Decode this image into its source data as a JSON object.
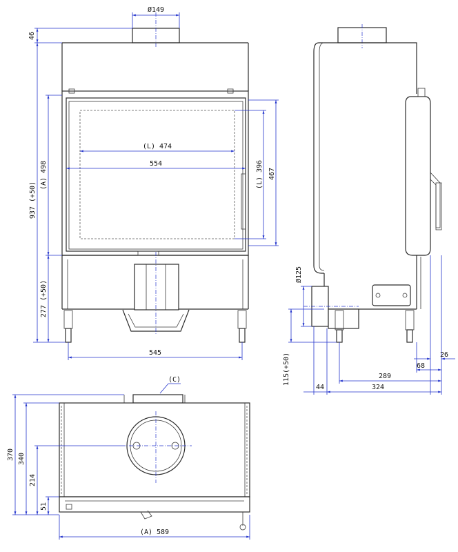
{
  "front_view": {
    "flue_diameter": "Ø149",
    "top_offset": "46",
    "total_height": "937 (+50)",
    "glass_height_a": "(A) 498",
    "base_height": "277 (+50)",
    "glass_width_l": "(L) 474",
    "opening_width": "554",
    "glass_height_l": "(L) 396",
    "door_height": "467",
    "base_width": "545"
  },
  "side_view": {
    "air_inlet_diameter": "Ø125",
    "leg_adjust": "115(+50)",
    "offset_left": "44",
    "depth_289": "289",
    "depth_324": "324",
    "offset_68": "68",
    "offset_26": "26"
  },
  "top_view": {
    "outlet_label": "(C)",
    "depth_370": "370",
    "depth_340": "340",
    "depth_214": "214",
    "depth_51": "51",
    "width_a": "(A) 589"
  }
}
